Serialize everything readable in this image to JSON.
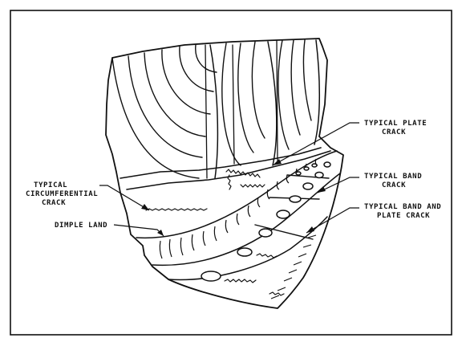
{
  "labels": {
    "plate_crack": [
      "TYPICAL PLATE",
      "CRACK"
    ],
    "circumferential_crack": [
      "TYPICAL",
      "CIRCUMFERENTIAL",
      "CRACK"
    ],
    "band_crack": [
      "TYPICAL BAND",
      "CRACK"
    ],
    "band_and_plate_crack": [
      "TYPICAL BAND AND",
      "PLATE CRACK"
    ],
    "dimple_land": "DIMPLE LAND"
  },
  "colors": {
    "ink": "#111111",
    "paper": "#ffffff"
  }
}
